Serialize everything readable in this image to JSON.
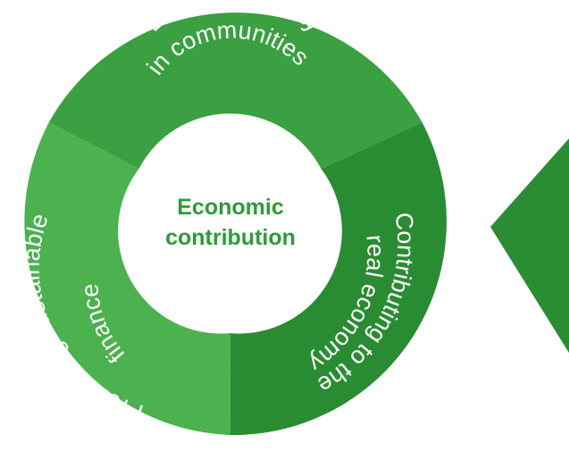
{
  "center": {
    "line1": "Economic",
    "line2": "contribution"
  },
  "segments": {
    "top": {
      "line1": "Leading the way",
      "line2": "in communities"
    },
    "right": {
      "line1": "Contributing to the",
      "line2": "real economy"
    },
    "left": {
      "line1": "Promoting sustainable",
      "line2": "finance"
    }
  },
  "colors": {
    "top_segment": "#3aa041",
    "right_segment": "#2a8c32",
    "left_segment": "#4bb24f",
    "center_text": "#2e9b38",
    "arrow": "#2b8d33"
  }
}
